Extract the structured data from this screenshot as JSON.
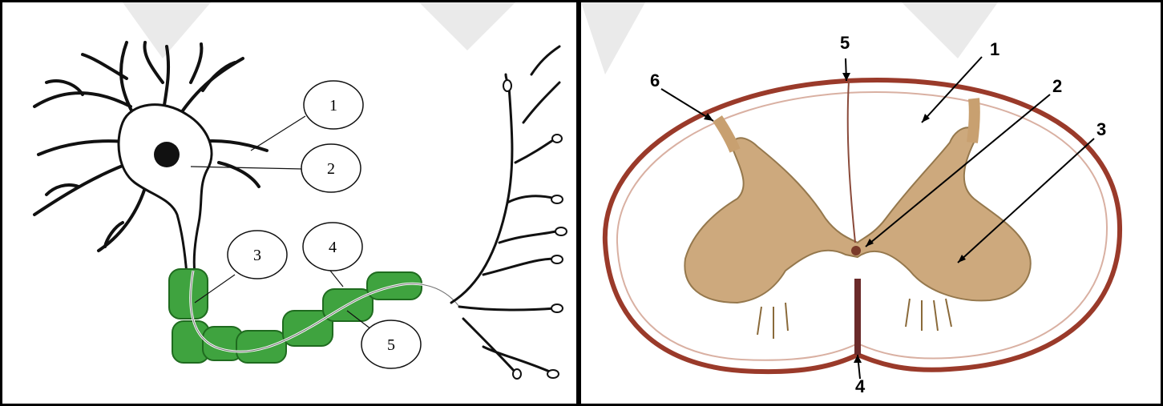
{
  "neuron_diagram": {
    "labels": [
      "1",
      "2",
      "3",
      "4",
      "5"
    ]
  },
  "spinal_cord_diagram": {
    "labels": [
      "1",
      "2",
      "3",
      "4",
      "5",
      "6"
    ]
  },
  "colors": {
    "myelin_green": "#3fa33f",
    "myelin_dark": "#1f6b1f",
    "cord_outline": "#9a3a2a",
    "gray_matter": "#c8a070"
  }
}
